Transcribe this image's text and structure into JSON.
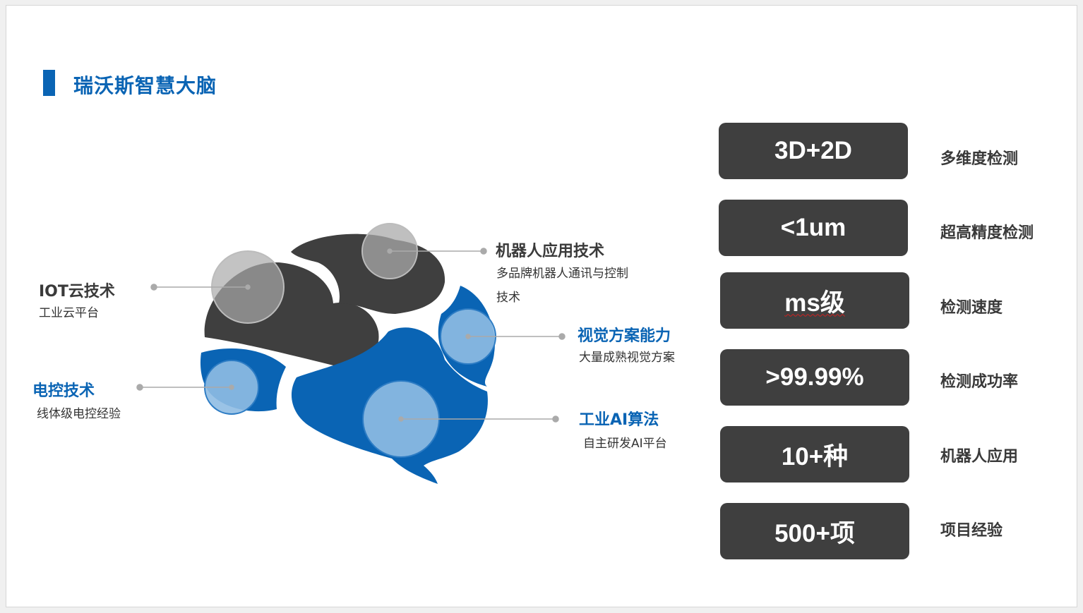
{
  "title": "瑞沃斯智慧大脑",
  "features": [
    {
      "heading": "IOT云技术",
      "sub": [
        "工业云平台"
      ]
    },
    {
      "heading": "电控技术",
      "sub": [
        "线体级电控经验"
      ]
    },
    {
      "heading": "机器人应用技术",
      "sub": [
        "多品牌机器人通讯与控制",
        "技术"
      ]
    },
    {
      "heading": "视觉方案能力",
      "sub": [
        "大量成熟视觉方案"
      ]
    },
    {
      "heading": "工业AI算法",
      "sub": [
        "自主研发AI平台"
      ]
    }
  ],
  "metrics": [
    {
      "value": "3D+2D",
      "desc": "多维度检测"
    },
    {
      "value": "<1um",
      "desc": "超高精度检测"
    },
    {
      "value": "ms级",
      "desc": "检测速度"
    },
    {
      "value": ">99.99%",
      "desc": "检测成功率"
    },
    {
      "value": "10+种",
      "desc": "机器人应用"
    },
    {
      "value": "500+项",
      "desc": "项目经验"
    }
  ],
  "colors": {
    "accent_blue": "#0a64b4",
    "dark_gray": "#3f3f3f",
    "bubble_gray": "#aaaaaa",
    "bubble_blue": "#8fbde3"
  }
}
